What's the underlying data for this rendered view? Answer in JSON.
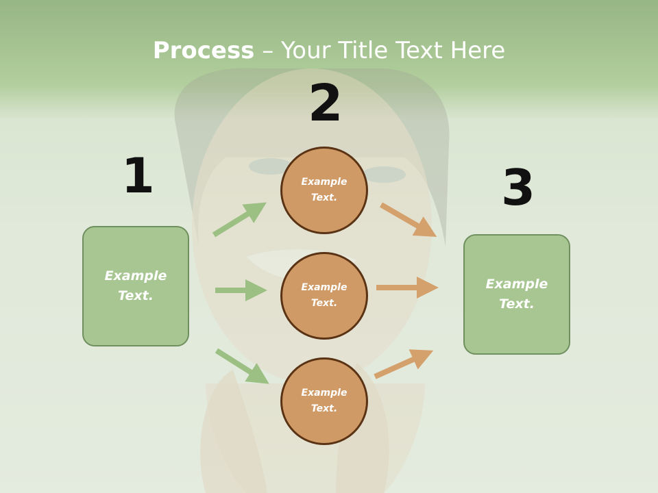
{
  "title": {
    "bold": "Process",
    "rest": " – Your Title Text Here"
  },
  "steps": [
    {
      "number": "1",
      "box_text": "Example Text."
    },
    {
      "number": "2",
      "circles": [
        "Example Text.",
        "Example Text.",
        "Example Text."
      ]
    },
    {
      "number": "3",
      "box_text": "Example Text."
    }
  ],
  "colors": {
    "header_green": "#8eb771",
    "box_fill": "#a8c692",
    "box_border": "#6f8f5e",
    "circle_fill": "#d09a66",
    "circle_border": "#5a3214",
    "green_arrow": "#9cc084",
    "orange_arrow": "#d4a06c"
  }
}
